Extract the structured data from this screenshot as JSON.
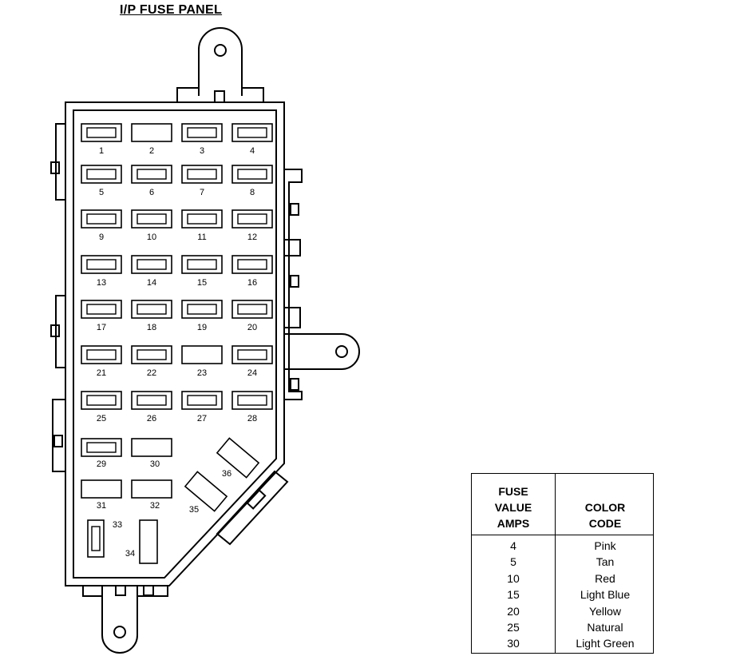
{
  "title": "I/P FUSE PANEL",
  "fuse_labels": [
    "1",
    "2",
    "3",
    "4",
    "5",
    "6",
    "7",
    "8",
    "9",
    "10",
    "11",
    "12",
    "13",
    "14",
    "15",
    "16",
    "17",
    "18",
    "19",
    "20",
    "21",
    "22",
    "23",
    "24",
    "25",
    "26",
    "27",
    "28",
    "29",
    "30",
    "31",
    "32",
    "33",
    "34",
    "35",
    "36"
  ],
  "legend": {
    "header_amps": [
      "FUSE",
      "VALUE",
      "AMPS"
    ],
    "header_color": [
      "COLOR",
      "CODE"
    ],
    "rows": [
      {
        "amps": "4",
        "color": "Pink"
      },
      {
        "amps": "5",
        "color": "Tan"
      },
      {
        "amps": "10",
        "color": "Red"
      },
      {
        "amps": "15",
        "color": "Light Blue"
      },
      {
        "amps": "20",
        "color": "Yellow"
      },
      {
        "amps": "25",
        "color": "Natural"
      },
      {
        "amps": "30",
        "color": "Light Green"
      }
    ]
  }
}
